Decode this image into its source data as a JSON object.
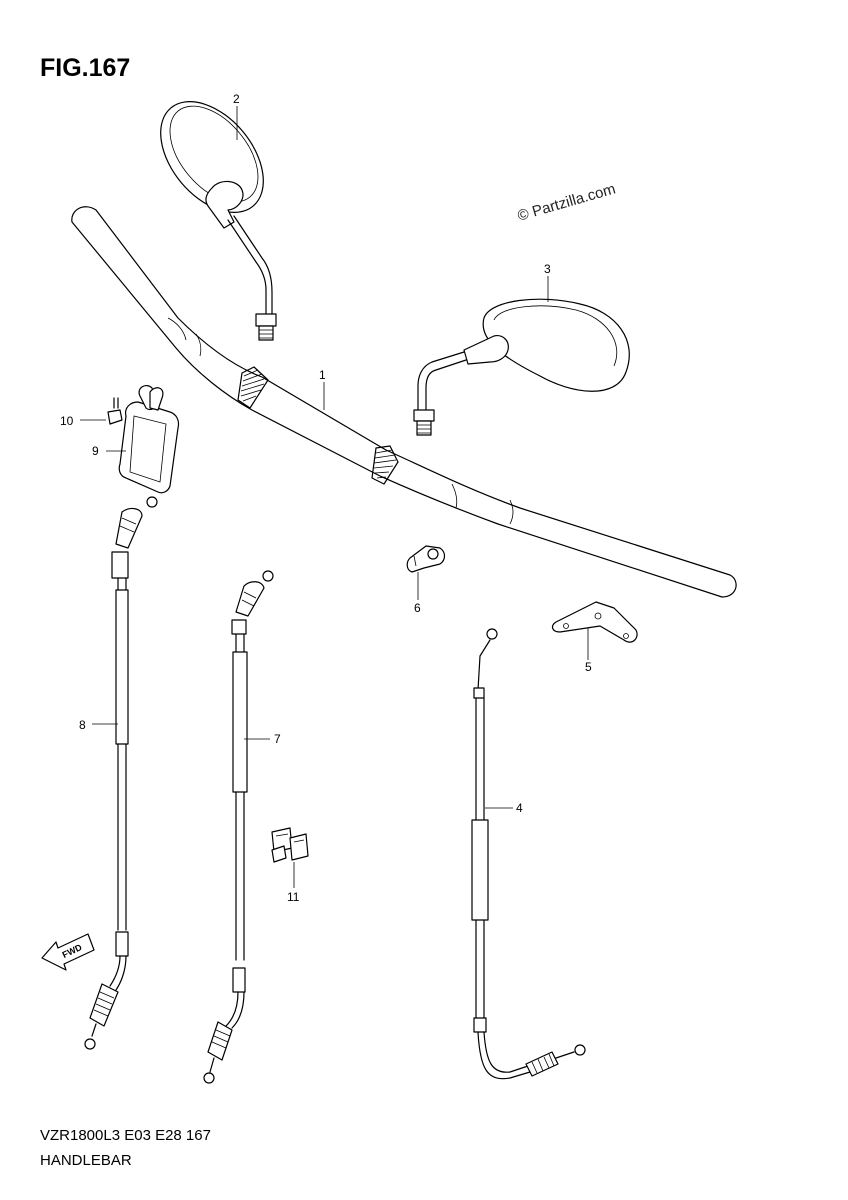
{
  "figure": {
    "title": "FIG.167"
  },
  "watermark": "© Partzilla.com",
  "footer": {
    "model_line": "VZR1800L3  E03  E28  167",
    "title": "HANDLEBAR"
  },
  "callouts": [
    "1",
    "2",
    "3",
    "4",
    "5",
    "6",
    "7",
    "8",
    "9",
    "10",
    "11"
  ],
  "fwd_label": "FWD"
}
